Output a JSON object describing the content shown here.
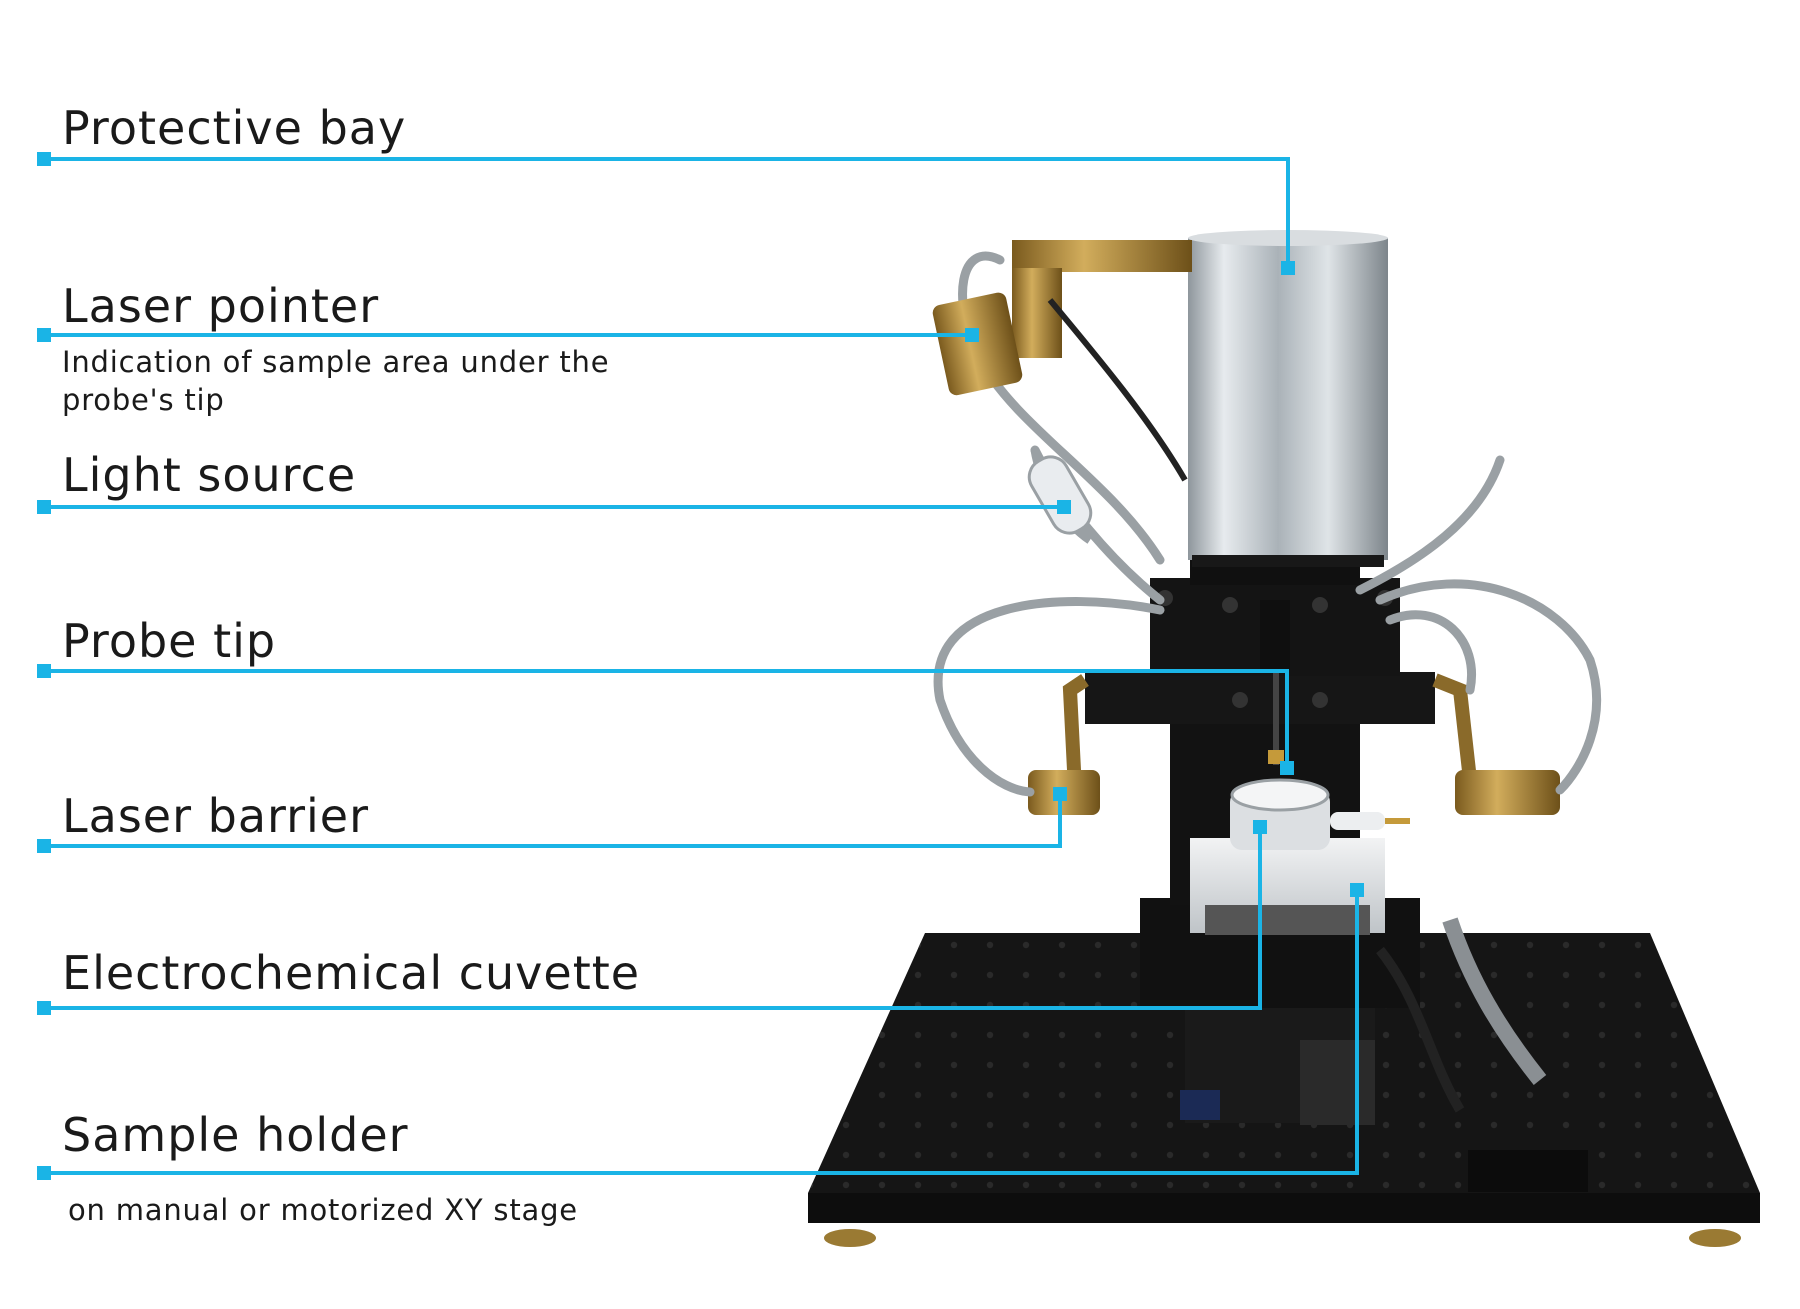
{
  "callouts": [
    {
      "id": "protective-bay",
      "title": "Protective bay",
      "subtitle": ""
    },
    {
      "id": "laser-pointer",
      "title": "Laser pointer",
      "subtitle": "Indication of sample area under the probe's tip"
    },
    {
      "id": "light-source",
      "title": "Light source",
      "subtitle": ""
    },
    {
      "id": "probe-tip",
      "title": "Probe tip",
      "subtitle": ""
    },
    {
      "id": "laser-barrier",
      "title": "Laser barrier",
      "subtitle": ""
    },
    {
      "id": "electrochemical-cuvette",
      "title": "Electrochemical cuvette",
      "subtitle": ""
    },
    {
      "id": "sample-holder",
      "title": "Sample holder",
      "subtitle": "on manual or motorized XY stage"
    }
  ],
  "colors": {
    "callout_line": "#1ab4e6",
    "table_black": "#141414",
    "brass": "#b08a3a",
    "aluminium": "#b9c0c6"
  },
  "image": {
    "subject": "instrument-photo"
  }
}
